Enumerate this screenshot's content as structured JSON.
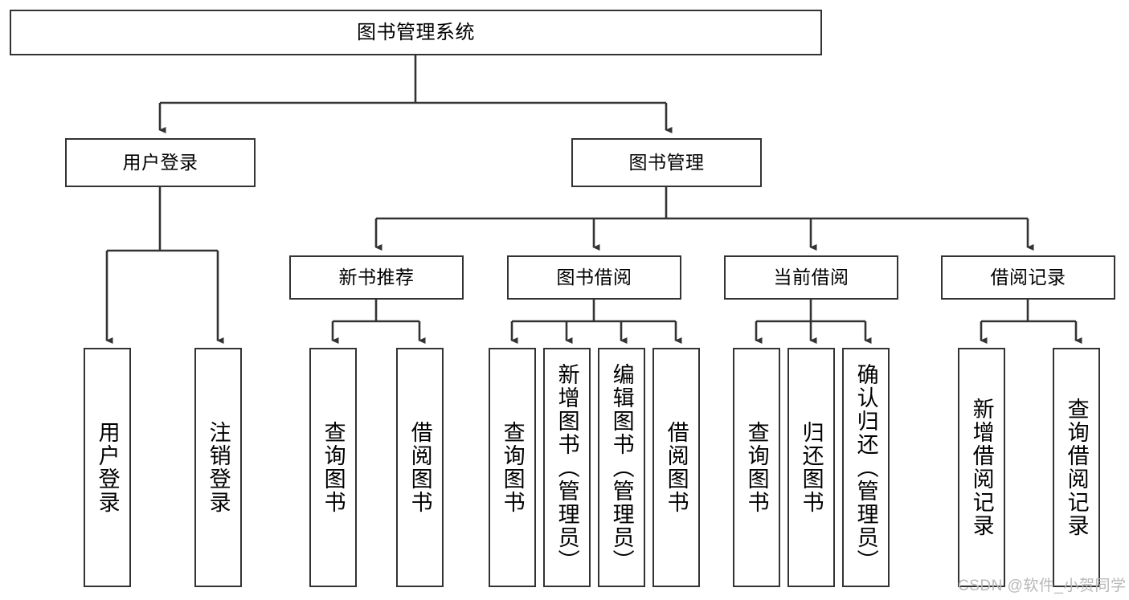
{
  "diagram": {
    "title": "图书管理系统",
    "type": "hierarchy-tree",
    "root": {
      "label": "图书管理系统"
    },
    "level2": [
      {
        "label": "用户登录"
      },
      {
        "label": "图书管理"
      }
    ],
    "level3": [
      {
        "label": "新书推荐"
      },
      {
        "label": "图书借阅"
      },
      {
        "label": "当前借阅"
      },
      {
        "label": "借阅记录"
      }
    ],
    "leaves": {
      "user_login": [
        {
          "label": "用户登录"
        },
        {
          "label": "注销登录"
        }
      ],
      "new_book_recommend": [
        {
          "label": "查询图书"
        },
        {
          "label": "借阅图书"
        }
      ],
      "book_borrow": [
        {
          "label": "查询图书"
        },
        {
          "label": "新增图书（管理员）"
        },
        {
          "label": "编辑图书（管理员）"
        },
        {
          "label": "借阅图书"
        }
      ],
      "current_borrow": [
        {
          "label": "查询图书"
        },
        {
          "label": "归还图书"
        },
        {
          "label": "确认归还（管理员）"
        }
      ],
      "borrow_record": [
        {
          "label": "新增借阅记录"
        },
        {
          "label": "查询借阅记录"
        }
      ]
    }
  },
  "watermark": {
    "text": "CSDN @软件_小贺同学"
  },
  "colors": {
    "stroke": "#333333",
    "fill": "#ffffff",
    "text": "#000000",
    "watermark": "#b8b8b8"
  }
}
